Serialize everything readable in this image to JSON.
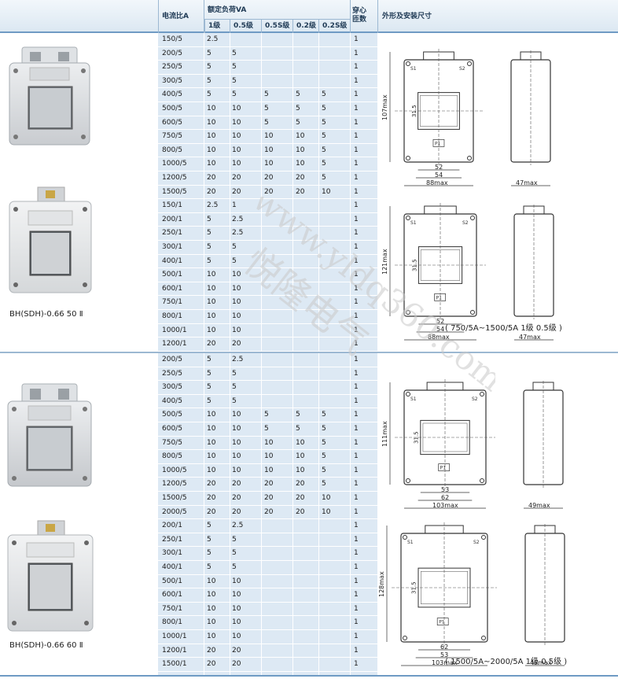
{
  "header": {
    "ratio": "电流比A",
    "burden": "额定负荷VA",
    "classes": [
      "1级",
      "0.5级",
      "0.5S级",
      "0.2级",
      "0.2S级"
    ],
    "turns": "穿心\n匝数",
    "dims": "外形及安装尺寸"
  },
  "group1": {
    "model": "BH(SDH)-0.66 50 Ⅱ",
    "rows": [
      [
        "150/5",
        "2.5",
        "",
        "",
        "",
        "",
        "1"
      ],
      [
        "200/5",
        "5",
        "5",
        "",
        "",
        "",
        "1"
      ],
      [
        "250/5",
        "5",
        "5",
        "",
        "",
        "",
        "1"
      ],
      [
        "300/5",
        "5",
        "5",
        "",
        "",
        "",
        "1"
      ],
      [
        "400/5",
        "5",
        "5",
        "5",
        "5",
        "5",
        "1"
      ],
      [
        "500/5",
        "10",
        "10",
        "5",
        "5",
        "5",
        "1"
      ],
      [
        "600/5",
        "10",
        "10",
        "5",
        "5",
        "5",
        "1"
      ],
      [
        "750/5",
        "10",
        "10",
        "10",
        "10",
        "5",
        "1"
      ],
      [
        "800/5",
        "10",
        "10",
        "10",
        "10",
        "5",
        "1"
      ],
      [
        "1000/5",
        "10",
        "10",
        "10",
        "10",
        "5",
        "1"
      ],
      [
        "1200/5",
        "20",
        "20",
        "20",
        "20",
        "5",
        "1"
      ],
      [
        "1500/5",
        "20",
        "20",
        "20",
        "20",
        "10",
        "1"
      ],
      [
        "150/1",
        "2.5",
        "1",
        "",
        "",
        "",
        "1"
      ],
      [
        "200/1",
        "5",
        "2.5",
        "",
        "",
        "",
        "1"
      ],
      [
        "250/1",
        "5",
        "2.5",
        "",
        "",
        "",
        "1"
      ],
      [
        "300/1",
        "5",
        "5",
        "",
        "",
        "",
        "1"
      ],
      [
        "400/1",
        "5",
        "5",
        "",
        "",
        "",
        "1"
      ],
      [
        "500/1",
        "10",
        "10",
        "",
        "",
        "",
        "1"
      ],
      [
        "600/1",
        "10",
        "10",
        "",
        "",
        "",
        "1"
      ],
      [
        "750/1",
        "10",
        "10",
        "",
        "",
        "",
        "1"
      ],
      [
        "800/1",
        "10",
        "10",
        "",
        "",
        "",
        "1"
      ],
      [
        "1000/1",
        "10",
        "10",
        "",
        "",
        "",
        "1"
      ],
      [
        "1200/1",
        "20",
        "20",
        "",
        "",
        "",
        "1"
      ]
    ],
    "drawingA": {
      "h": "107max",
      "h2": "31.5",
      "w1": "52",
      "w2": "54",
      "w3": "88max",
      "depth": "47max"
    },
    "drawingB": {
      "h": "121max",
      "h2": "31.5",
      "w1": "52",
      "w2": "54",
      "w3": "88max",
      "depth": "47max"
    },
    "captionB": "( 750/5A~1500/5A 1级 0.5级 )"
  },
  "group2": {
    "model": "BH(SDH)-0.66 60 Ⅱ",
    "rows": [
      [
        "200/5",
        "5",
        "2.5",
        "",
        "",
        "",
        "1"
      ],
      [
        "250/5",
        "5",
        "5",
        "",
        "",
        "",
        "1"
      ],
      [
        "300/5",
        "5",
        "5",
        "",
        "",
        "",
        "1"
      ],
      [
        "400/5",
        "5",
        "5",
        "",
        "",
        "",
        "1"
      ],
      [
        "500/5",
        "10",
        "10",
        "5",
        "5",
        "5",
        "1"
      ],
      [
        "600/5",
        "10",
        "10",
        "5",
        "5",
        "5",
        "1"
      ],
      [
        "750/5",
        "10",
        "10",
        "10",
        "10",
        "5",
        "1"
      ],
      [
        "800/5",
        "10",
        "10",
        "10",
        "10",
        "5",
        "1"
      ],
      [
        "1000/5",
        "10",
        "10",
        "10",
        "10",
        "5",
        "1"
      ],
      [
        "1200/5",
        "20",
        "20",
        "20",
        "20",
        "5",
        "1"
      ],
      [
        "1500/5",
        "20",
        "20",
        "20",
        "20",
        "10",
        "1"
      ],
      [
        "2000/5",
        "20",
        "20",
        "20",
        "20",
        "10",
        "1"
      ],
      [
        "200/1",
        "5",
        "2.5",
        "",
        "",
        "",
        "1"
      ],
      [
        "250/1",
        "5",
        "5",
        "",
        "",
        "",
        "1"
      ],
      [
        "300/1",
        "5",
        "5",
        "",
        "",
        "",
        "1"
      ],
      [
        "400/1",
        "5",
        "5",
        "",
        "",
        "",
        "1"
      ],
      [
        "500/1",
        "10",
        "10",
        "",
        "",
        "",
        "1"
      ],
      [
        "600/1",
        "10",
        "10",
        "",
        "",
        "",
        "1"
      ],
      [
        "750/1",
        "10",
        "10",
        "",
        "",
        "",
        "1"
      ],
      [
        "800/1",
        "10",
        "10",
        "",
        "",
        "",
        "1"
      ],
      [
        "1000/1",
        "10",
        "10",
        "",
        "",
        "",
        "1"
      ],
      [
        "1200/1",
        "20",
        "20",
        "",
        "",
        "",
        "1"
      ],
      [
        "1500/1",
        "20",
        "20",
        "",
        "",
        "",
        "1"
      ]
    ],
    "drawingA": {
      "h": "111max",
      "h2": "31.5",
      "w1": "53",
      "w2": "62",
      "w3": "103max",
      "depth": "49max"
    },
    "drawingB": {
      "h": "128max",
      "h2": "31.5",
      "w1": "62",
      "w2": "53",
      "w3": "103max",
      "depth": "49max"
    },
    "captionB": "( 1500/5A~2000/5A 1级 0.5级 )"
  },
  "terminals": {
    "s1": "S1",
    "s2": "S2",
    "p1": "P1"
  },
  "watermark": {
    "url": "www.yldq360.com",
    "brand": "悦隆电气"
  },
  "colors": {
    "header_bg": "#dce8f2",
    "table_bg": "#dde9f4",
    "rule": "#6f9bc4"
  }
}
